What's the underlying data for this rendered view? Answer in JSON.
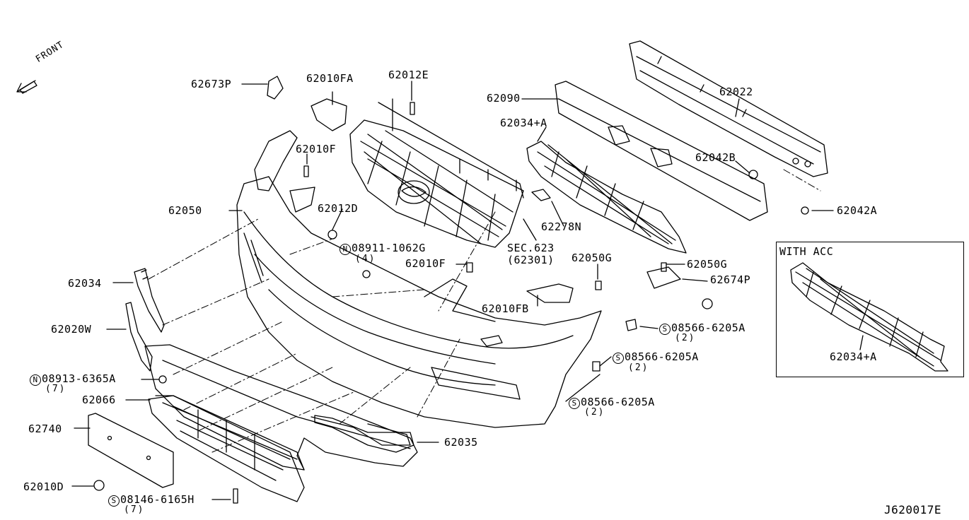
{
  "diagram": {
    "code": "J620017E",
    "direction": "FRONT",
    "inset_title": "WITH ACC",
    "labels": {
      "p62673P": "62673P",
      "p62010FA": "62010FA",
      "p62012E": "62012E",
      "p62090": "62090",
      "p62022": "62022",
      "p62034A": "62034+A",
      "p62010F_1": "62010F",
      "p62042B": "62042B",
      "p62050": "62050",
      "p62012D": "62012D",
      "p62278N": "62278N",
      "p62042A": "62042A",
      "sec": "SEC.623",
      "sec_sub": "(62301)",
      "p08911": "08911-1062G",
      "p08911_qty": "(4)",
      "p62010F_2": "62010F",
      "p62050G_1": "62050G",
      "p62050G_2": "62050G",
      "p62674P": "62674P",
      "p62034": "62034",
      "p62010FB": "62010FB",
      "p08566_1": "08566-6205A",
      "p08566_1_qty": "(2)",
      "p62020W": "62020W",
      "p08566_2": "08566-6205A",
      "p08566_2_qty": "(2)",
      "p08913": "08913-6365A",
      "p08913_qty": "(7)",
      "p62066": "62066",
      "p08566_3": "08566-6205A",
      "p08566_3_qty": "(2)",
      "p62740": "62740",
      "p62035": "62035",
      "p62010D": "62010D",
      "p08146": "08146-6165H",
      "p08146_qty": "(7)",
      "p62034A_inset": "62034+A"
    },
    "prefix_N": "N",
    "prefix_S": "S"
  }
}
